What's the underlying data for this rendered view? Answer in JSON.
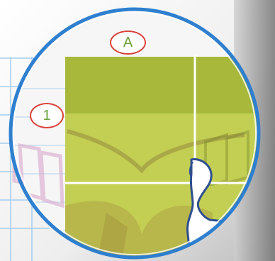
{
  "callouts": {
    "column_label": "A",
    "row_label": "1"
  },
  "icons": {
    "background_book_watermark": "book-logo-watermark",
    "finger": "pointing-finger-icon"
  },
  "colors": {
    "ring": "#2f7fcf",
    "marker_border": "#d9423a",
    "marker_text": "#6aa23b",
    "cell_top": "#a7b83a",
    "cell_fill": "#c2cf52",
    "grid_line": "#ffffff"
  }
}
